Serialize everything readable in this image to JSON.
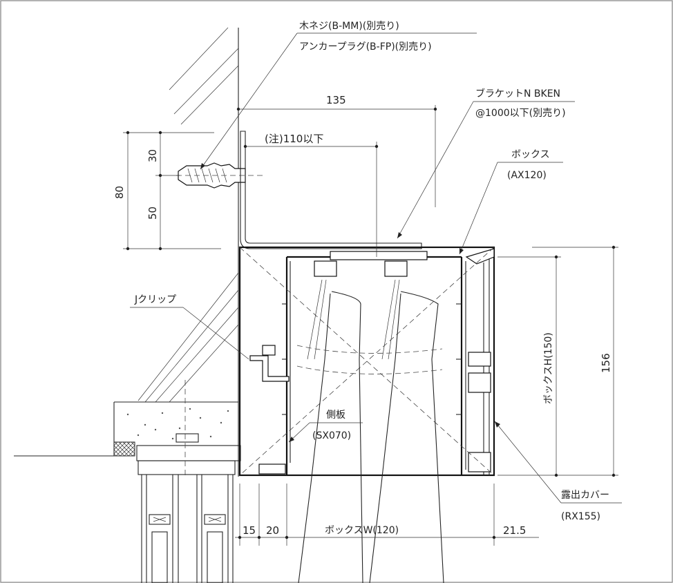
{
  "labels": {
    "wood_screw": "木ネジ(B-MM)(別売り)",
    "anchor_plug": "アンカープラグ(B-FP)(別売り)",
    "bracket": "ブラケットN BKEN",
    "bracket_pitch": "@1000以下(別売り)",
    "box": "ボックス",
    "box_code": "(AX120)",
    "jclip": "Jクリップ",
    "side_plate": "側板",
    "side_plate_code": "(SX070)",
    "exposed_cover": "露出カバー",
    "exposed_cover_code": "(RX155)"
  },
  "dimensions": {
    "d135": "135",
    "d110": "(注)110以下",
    "d80": "80",
    "d30": "30",
    "d50": "50",
    "box_h": "ボックスH(150)",
    "d156": "156",
    "d15": "15",
    "d20": "20",
    "box_w": "ボックスW(120)",
    "d21_5": "21.5"
  }
}
